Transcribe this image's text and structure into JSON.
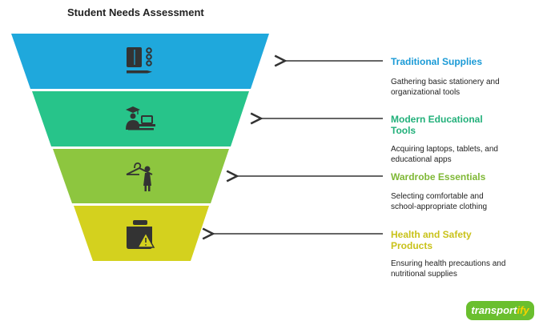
{
  "title": "Student Needs Assessment",
  "stages": [
    {
      "label": "Traditional Supplies",
      "description": "Gathering basic stationery and organizational tools",
      "color": "#1fa8dc",
      "label_color": "#1a9ad6",
      "icon": "notebook-pencil-icon"
    },
    {
      "label": "Modern Educational Tools",
      "description": "Acquiring laptops, tablets, and educational apps",
      "color": "#27c48a",
      "label_color": "#22b07a",
      "icon": "student-laptop-icon"
    },
    {
      "label": "Wardrobe Essentials",
      "description": "Selecting comfortable and school-appropriate clothing",
      "color": "#8dc63f",
      "label_color": "#7fb836",
      "icon": "hanger-person-icon"
    },
    {
      "label": "Health and Safety Products",
      "description": "Ensuring health precautions and nutritional supplies",
      "color": "#d4d11e",
      "label_color": "#c9c21a",
      "icon": "warning-jar-icon"
    }
  ],
  "logo": {
    "main": "transport",
    "accent": "ify"
  }
}
